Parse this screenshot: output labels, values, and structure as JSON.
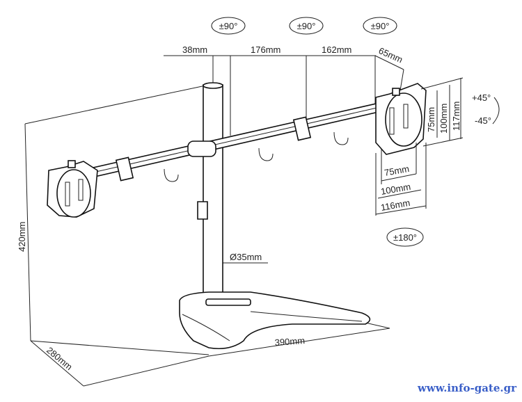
{
  "rotation_labels": {
    "arm_left": "±90°",
    "arm_mid": "±90°",
    "arm_right": "±90°",
    "rotate": "±180°",
    "tilt_up": "+45°",
    "tilt_down": "-45°"
  },
  "dimensions": {
    "pole_offset": "38mm",
    "arm_segment_1": "176mm",
    "arm_segment_2": "162mm",
    "head_depth": "65mm",
    "vesa_h_75": "75mm",
    "vesa_h_100": "100mm",
    "plate_h_117": "117mm",
    "vesa_w_75": "75mm",
    "vesa_w_100": "100mm",
    "plate_w_116": "116mm",
    "height": "420mm",
    "pole_diameter": "Ø35mm",
    "base_width": "390mm",
    "base_depth": "280mm"
  },
  "watermark": "www.info-gate.gr"
}
